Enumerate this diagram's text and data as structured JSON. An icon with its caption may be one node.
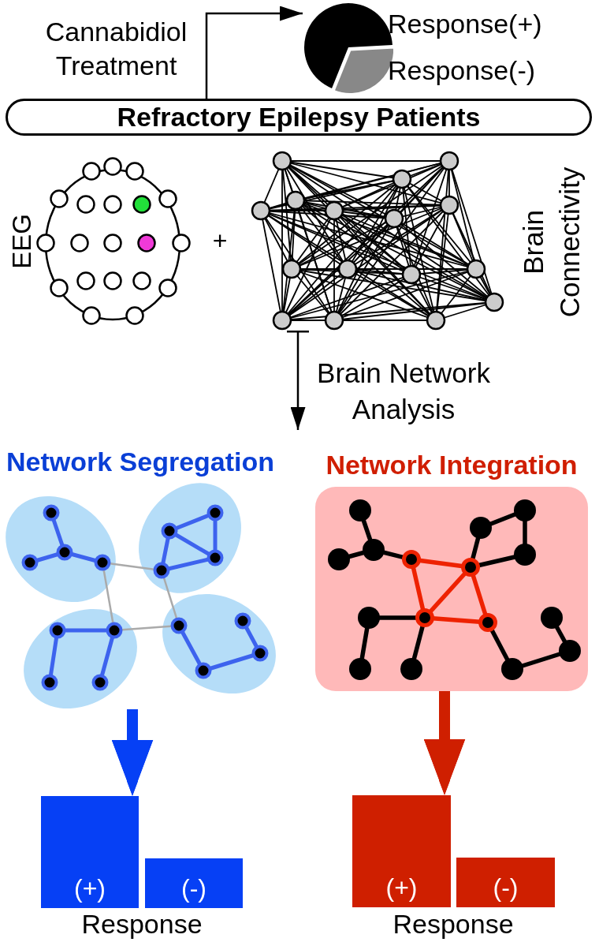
{
  "diagram": {
    "nodes": [
      {
        "text": [],
        "shape": "circle",
        "beside": [
          "Response(+)",
          "Response(-)"
        ]
      },
      {
        "text": [
          "Refractory Epilepsy Patients"
        ]
      },
      {
        "text": [],
        "shape": "picture",
        "beside": [
          "Brain Connectivity"
        ]
      },
      {
        "text": [],
        "shape": "picture",
        "beside": [
          "Network Segregation"
        ]
      },
      {
        "text": [
          "Network Integration"
        ]
      },
      {
        "text": [
          "(+)"
        ]
      },
      {
        "text": [
          "(-)"
        ]
      },
      {
        "text": [
          "(+)"
        ]
      },
      {
        "text": [
          "(-)"
        ]
      }
    ],
    "edges": [
      {
        "from": 1,
        "to": 0,
        "arrow": "to",
        "label": "Cannabidiol Treatment"
      },
      {
        "from": 2,
        "to": null,
        "arrow": "to",
        "label": "Brain Network Analysis"
      },
      {
        "from": 3,
        "to": 5,
        "arrow": "to",
        "style": "thick",
        "color": "#0640f5"
      },
      {
        "from": 4,
        "to": 7,
        "arrow": "to",
        "style": "thick",
        "color": "#cf1f00"
      }
    ],
    "labels": [
      "EEG",
      "+",
      "Response",
      "Response"
    ]
  }
}
